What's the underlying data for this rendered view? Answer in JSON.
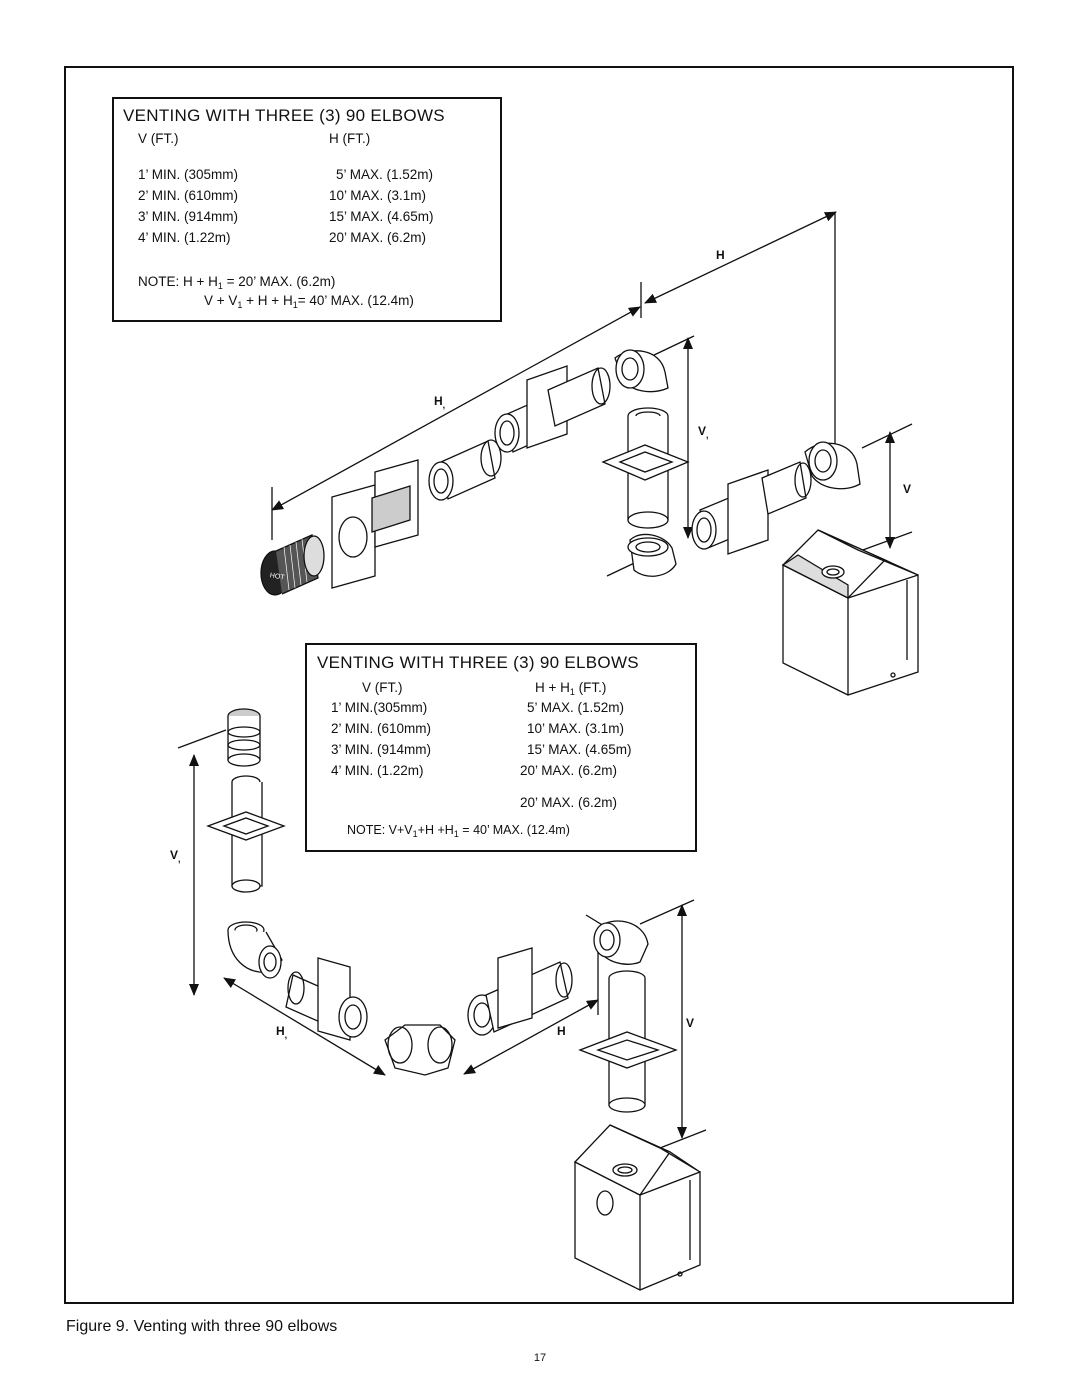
{
  "top_table": {
    "title": "VENTING WITH THREE (3) 90  ELBOWS",
    "col_v": "V (FT.)",
    "col_h": "H (FT.)",
    "rows": [
      {
        "v": "1’ MIN.  (305mm)",
        "h": "5’ MAX. (1.52m)"
      },
      {
        "v": "2’ MIN. (610mm)",
        "h": "10’ MAX. (3.1m)"
      },
      {
        "v": "3’ MIN. (914mm)",
        "h": "15’ MAX. (4.65m)"
      },
      {
        "v": "4’ MIN. (1.22m)",
        "h": "20’ MAX. (6.2m)"
      }
    ],
    "note1_prefix": "NOTE:  H + H",
    "note1_sub": "1",
    "note1_suffix": " = 20’ MAX. (6.2m)",
    "note2_a": "V + V",
    "note2_sub1": "1",
    "note2_b": " + H + H",
    "note2_sub2": "1",
    "note2_c": "= 40’ MAX. (12.4m)"
  },
  "bottom_table": {
    "title": "VENTING WITH THREE (3) 90  ELBOWS",
    "col_v": "V (FT.)",
    "col_h_a": "H + H",
    "col_h_sub": "1",
    "col_h_b": " (FT.)",
    "rows": [
      {
        "v": "1’ MIN.(305mm)",
        "h": "5’ MAX. (1.52m)"
      },
      {
        "v": "2’ MIN. (610mm)",
        "h": "10’ MAX. (3.1m)"
      },
      {
        "v": "3’ MIN. (914mm)",
        "h": "15’ MAX. (4.65m)"
      },
      {
        "v": "4’ MIN. (1.22m)",
        "h": "20’ MAX. (6.2m)"
      }
    ],
    "extra": "20’ MAX. (6.2m)",
    "note_a": "NOTE: V+V",
    "note_sub1": "1",
    "note_b": "+H +H",
    "note_sub2": "1",
    "note_c": " = 40’ MAX. (12.4m)"
  },
  "dimension_labels": {
    "top_h": "H",
    "top_h1": "H",
    "top_v1": "V",
    "top_v": "V",
    "bot_v1": "V",
    "bot_h1": "H",
    "bot_h": "H",
    "bot_v": "V",
    "sub_mark": ","
  },
  "cap_label": "HOT",
  "caption": "Figure 9.   Venting with three 90  elbows",
  "page_number": "17"
}
